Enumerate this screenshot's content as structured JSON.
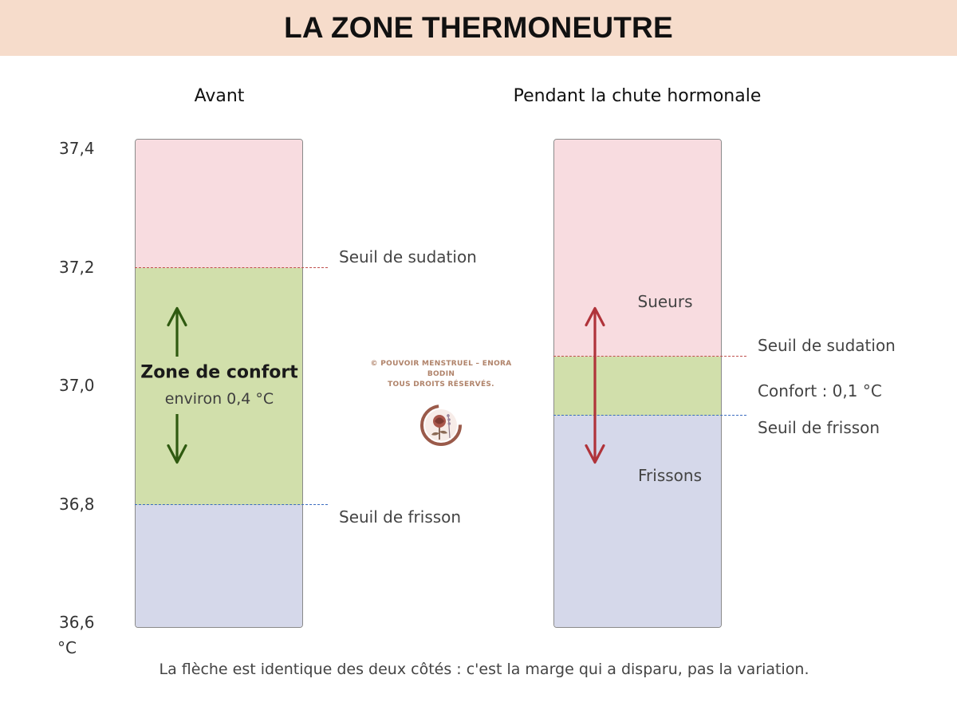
{
  "header": {
    "title": "LA ZONE THERMONEUTRE",
    "background": "#f6dccb"
  },
  "panels": {
    "before": {
      "title": "Avant"
    },
    "during": {
      "title": "Pendant la chute hormonale"
    }
  },
  "axis": {
    "ticks": [
      "37,4",
      "37,2",
      "37,0",
      "36,8",
      "36,6"
    ],
    "tick_values": [
      37.4,
      37.2,
      37.0,
      36.8,
      36.6
    ],
    "unit": "°C",
    "range": [
      36.6,
      37.4
    ]
  },
  "colors": {
    "sweat_zone": "#f8dce0",
    "comfort_zone": "#d1dfab",
    "shiver_zone": "#d5d8ea",
    "sweat_threshold": "#c0504d",
    "shiver_threshold": "#3a6cc0",
    "arrow_before": "#2f5a10",
    "arrow_during": "#b0333a"
  },
  "chart_data": {
    "type": "diagram",
    "before": {
      "sweat_threshold": 37.2,
      "shiver_threshold": 36.8,
      "sweat_threshold_label": "Seuil de sudation",
      "shiver_threshold_label": "Seuil de frisson",
      "comfort_label": "Zone de confort",
      "comfort_width_label": "environ 0,4 °C",
      "arrow_span": [
        36.87,
        37.13
      ]
    },
    "during": {
      "sweat_threshold": 37.05,
      "shiver_threshold": 36.95,
      "sweat_threshold_label": "Seuil de sudation",
      "shiver_threshold_label": "Seuil de frisson",
      "comfort_label": "Confort : 0,1 °C",
      "sweat_zone_label": "Sueurs",
      "shiver_zone_label": "Frissons",
      "arrow_span": [
        36.87,
        37.13
      ]
    }
  },
  "watermark": {
    "line1": "© POUVOIR MENSTRUEL – ENORA BODIN",
    "line2": "TOUS DROITS RÉSERVÉS.",
    "logo_icon": "rose-logo-icon"
  },
  "caption": "La flèche est identique des deux côtés : c'est la marge qui a disparu, pas la variation."
}
